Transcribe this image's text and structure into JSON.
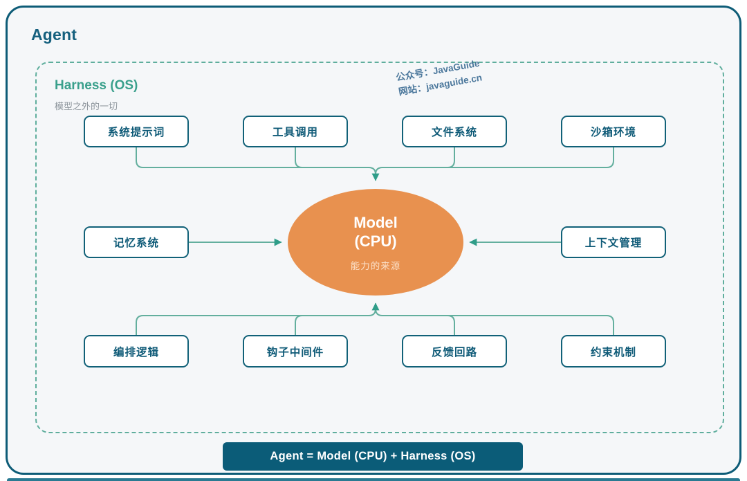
{
  "agent": {
    "title": "Agent"
  },
  "harness": {
    "title": "Harness (OS)",
    "subtitle": "模型之外的一切"
  },
  "watermark": {
    "line1": "公众号：JavaGuide",
    "line2": "网站：javaguide.cn"
  },
  "model": {
    "name": "Model",
    "name2": "(CPU)",
    "subtitle": "能力的来源"
  },
  "nodes": {
    "top": [
      "系统提示词",
      "工具调用",
      "文件系统",
      "沙箱环境"
    ],
    "left": "记忆系统",
    "right": "上下文管理",
    "bottom": [
      "编排逻辑",
      "钩子中间件",
      "反馈回路",
      "约束机制"
    ]
  },
  "footer": {
    "formula": "Agent = Model (CPU) + Harness (OS)"
  },
  "colors": {
    "outline": "#0d5c77",
    "node_border": "#116178",
    "connector": "#63af9e",
    "arrow": "#2f9d89",
    "ellipse": "#e8914f",
    "footer_bg": "#0b5c78",
    "harness_title": "#3aa08c",
    "background": "#f5f7f9"
  }
}
